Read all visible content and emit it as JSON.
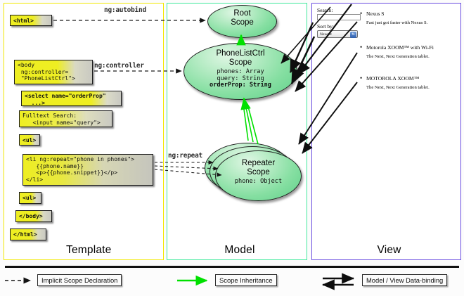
{
  "panels": {
    "template": {
      "label": "Template",
      "border_color": "#f2e800"
    },
    "model": {
      "label": "Model",
      "border_color": "#3fe89b"
    },
    "view": {
      "label": "View",
      "border_color": "#6a4de0"
    }
  },
  "template_boxes": [
    {
      "id": "html",
      "text": "<html>"
    },
    {
      "id": "body",
      "text": "<body\n ng:controller=\n \"PhoneListCtrl\">"
    },
    {
      "id": "select",
      "text": "<select name=\"orderProp\"\n  ...>"
    },
    {
      "id": "fulltext",
      "text": "Fulltext Search:\n   <input name=\"query\">"
    },
    {
      "id": "ul-open",
      "text": "<ul>"
    },
    {
      "id": "li",
      "text": "<li ng:repeat=\"phone in phones\">\n   {{phone.name}}\n   <p>{{phone.snippet}}</p>\n</li>"
    },
    {
      "id": "ul-close",
      "text": "<ul>"
    },
    {
      "id": "body-close",
      "text": "</body>"
    },
    {
      "id": "html-close",
      "text": "</html>"
    }
  ],
  "connectors": {
    "autobind": "ng:autobind",
    "controller": "ng:controller",
    "repeat": "ng:repeat"
  },
  "scopes": {
    "root": {
      "title": "Root\nScope"
    },
    "controller": {
      "title": "PhoneListCtrl\nScope",
      "props": [
        {
          "text": "phones: Array",
          "bold": false
        },
        {
          "text": "query: String",
          "bold": false
        },
        {
          "text": "orderProp: String",
          "bold": true
        }
      ]
    },
    "repeater": {
      "title": "Repeater\nScope",
      "props": [
        {
          "text": "phone: Object",
          "bold": false
        }
      ]
    }
  },
  "view": {
    "search_label": "Search:",
    "search_value": "",
    "sort_label": "Sort by:",
    "sort_selected": "Newest",
    "sort_options": [
      "Newest"
    ],
    "dropdown_icon": "chevron-updown-icon",
    "items": [
      {
        "title": "Nexus S",
        "snippet": "Fast just got faster with Nexus S."
      },
      {
        "title": "Motorola XOOM™ with Wi-Fi",
        "snippet": "The Next, Next Generation tablet."
      },
      {
        "title": "MOTOROLA XOOM™",
        "snippet": "The Next, Next Generation tablet."
      }
    ]
  },
  "legend": [
    {
      "id": "implicit-scope-declaration",
      "label": "Implicit Scope Declaration",
      "style": "dashed-arrow",
      "color": "#111111"
    },
    {
      "id": "scope-inheritance",
      "label": "Scope Inheritance",
      "style": "solid-arrow",
      "color": "#00e000"
    },
    {
      "id": "model-view-data-binding",
      "label": "Model / View Data-binding",
      "style": "double-arrow",
      "color": "#111111"
    }
  ],
  "colors": {
    "template_border": "#f2e800",
    "model_border": "#3fe89b",
    "view_border": "#6a4de0",
    "code_box_fill": "#eeee22",
    "scope_fill": "#86dfa2",
    "inheritance_arrow": "#00e000"
  }
}
